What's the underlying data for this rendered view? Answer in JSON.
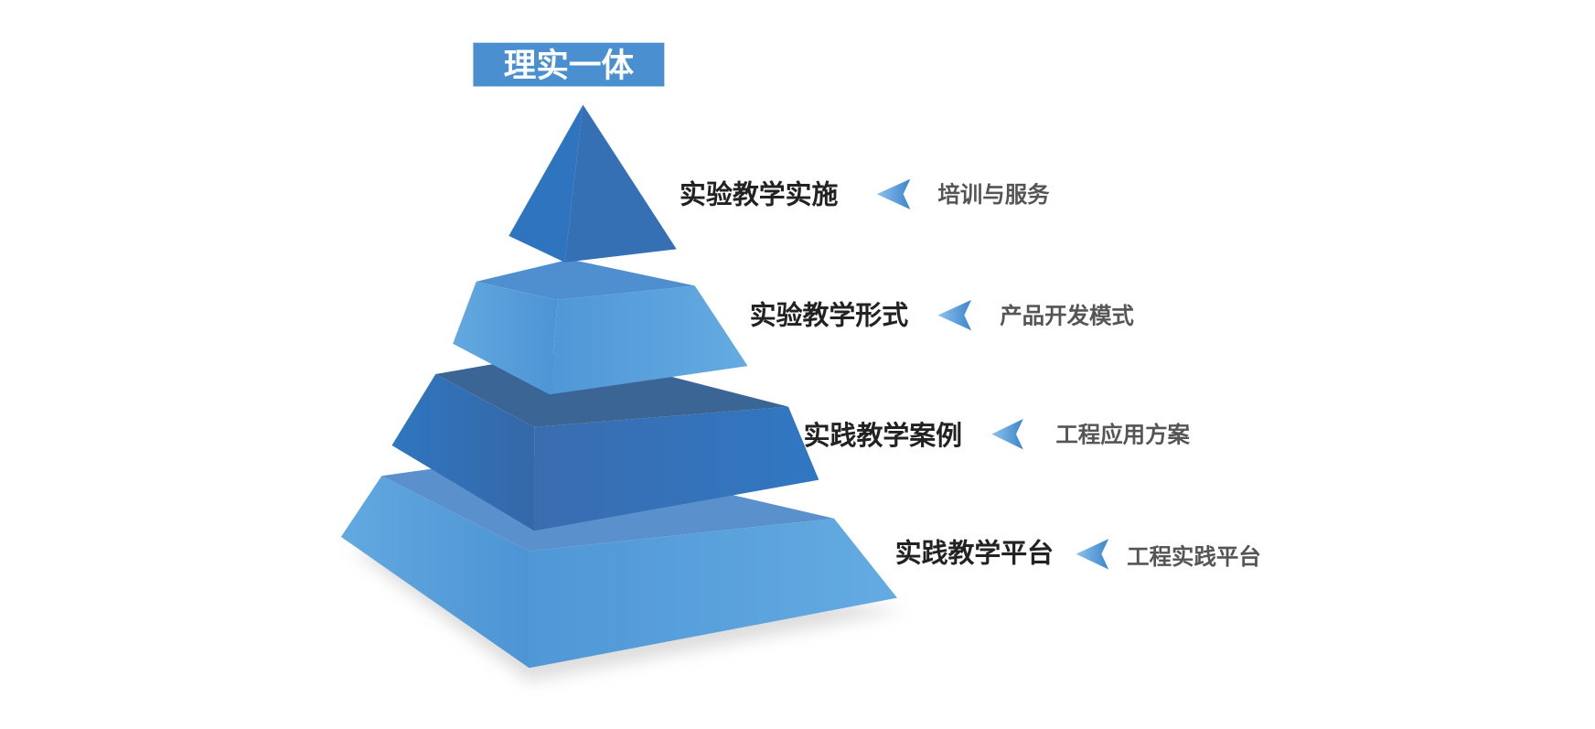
{
  "title": "理实一体",
  "levels": [
    {
      "label": "实验教学实施",
      "detail": "培训与服务"
    },
    {
      "label": "实验教学形式",
      "detail": "产品开发模式"
    },
    {
      "label": "实践教学案例",
      "detail": "工程应用方案"
    },
    {
      "label": "实践教学平台",
      "detail": "工程实践平台"
    }
  ],
  "colors": {
    "title_bg": "#4a90d0",
    "light": "#5aa3dc",
    "dark": "#2f73bd",
    "arrow": "#4a90d0"
  }
}
